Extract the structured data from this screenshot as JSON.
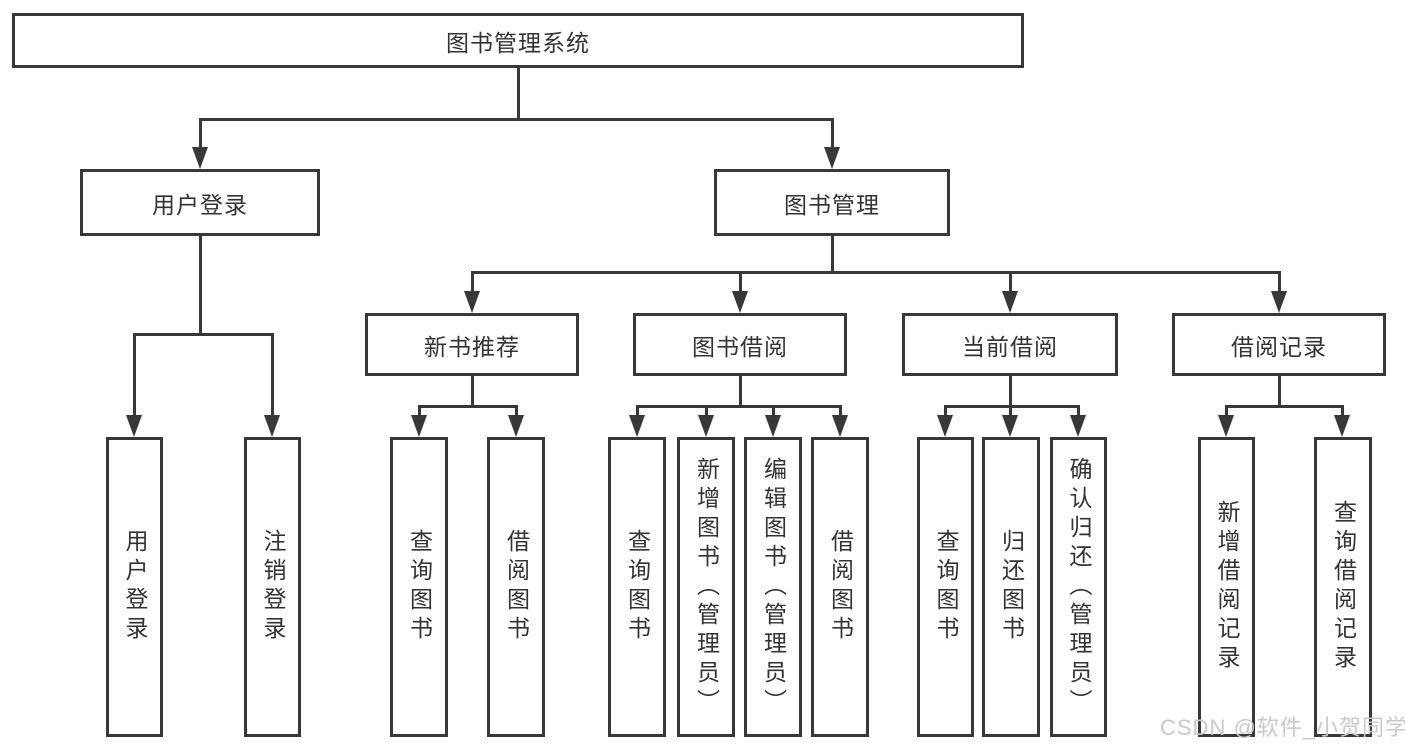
{
  "diagram": {
    "title": "图书管理系统",
    "root": {
      "label": "图书管理系统"
    },
    "level2": [
      {
        "label": "用户登录"
      },
      {
        "label": "图书管理"
      }
    ],
    "level3": [
      {
        "label": "新书推荐",
        "parent": "图书管理"
      },
      {
        "label": "图书借阅",
        "parent": "图书管理"
      },
      {
        "label": "当前借阅",
        "parent": "图书管理"
      },
      {
        "label": "借阅记录",
        "parent": "图书管理"
      }
    ],
    "leaves": [
      {
        "label": "用户登录",
        "parent": "用户登录"
      },
      {
        "label": "注销登录",
        "parent": "用户登录"
      },
      {
        "label": "查询图书",
        "parent": "新书推荐"
      },
      {
        "label": "借阅图书",
        "parent": "新书推荐"
      },
      {
        "label": "查询图书",
        "parent": "图书借阅"
      },
      {
        "label": "新增图书（管理员）",
        "parent": "图书借阅"
      },
      {
        "label": "编辑图书（管理员）",
        "parent": "图书借阅"
      },
      {
        "label": "借阅图书",
        "parent": "图书借阅"
      },
      {
        "label": "查询图书",
        "parent": "当前借阅"
      },
      {
        "label": "归还图书",
        "parent": "当前借阅"
      },
      {
        "label": "确认归还（管理员）",
        "parent": "当前借阅"
      },
      {
        "label": "新增借阅记录",
        "parent": "借阅记录"
      },
      {
        "label": "查询借阅记录",
        "parent": "借阅记录"
      }
    ]
  },
  "colors": {
    "line": "#383838",
    "text": "#333333",
    "watermark": "#c9c9c9",
    "background": "#ffffff"
  },
  "watermark": {
    "text": "CSDN @软件_小贺同学"
  }
}
